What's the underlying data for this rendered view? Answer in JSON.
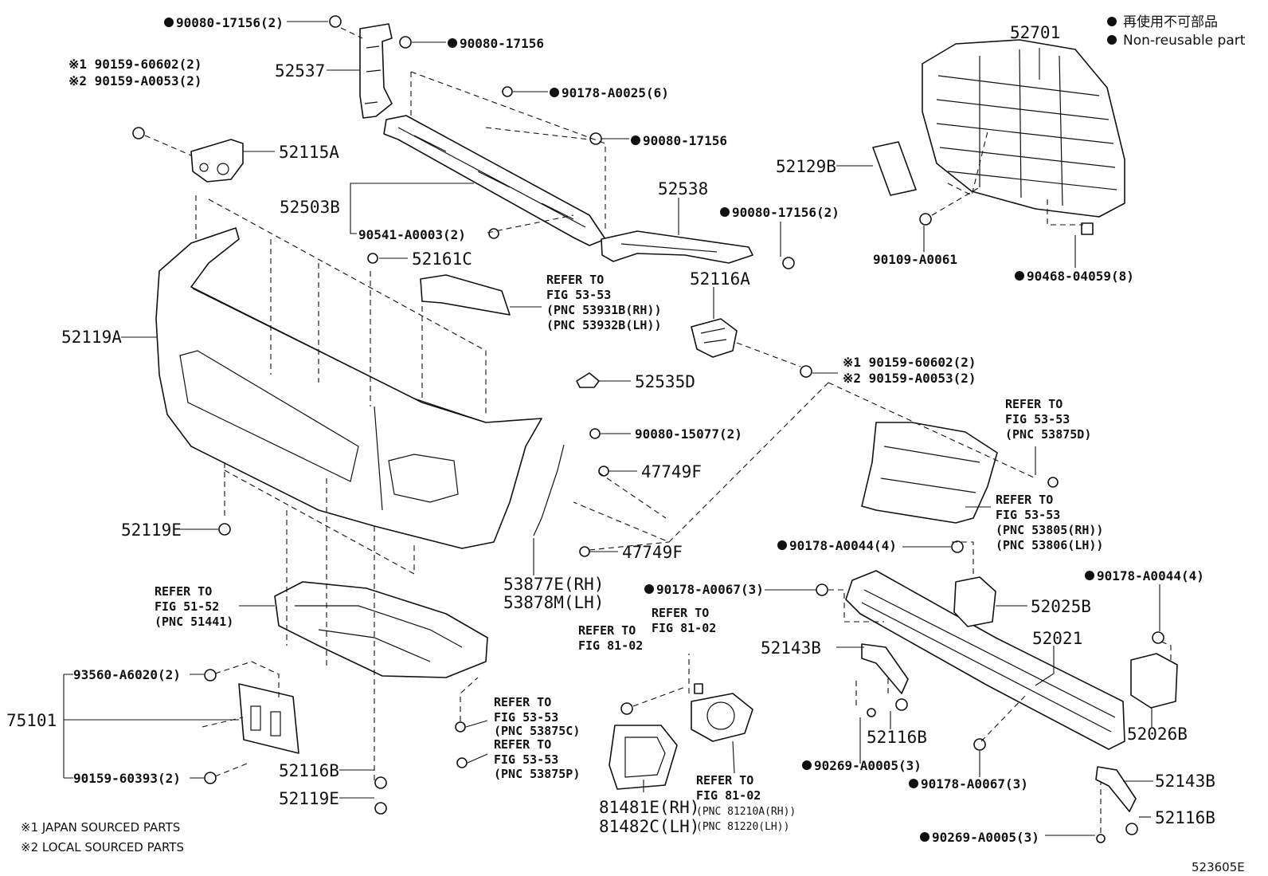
{
  "legend": {
    "jp": "再使用不可部品",
    "en": "Non-reusable part"
  },
  "labels": {
    "l01": "90080-17156(2)",
    "l02": "90080-17156",
    "l03": "90178-A0025(6)",
    "l04": "90080-17156",
    "l05": "※1 90159-60602(2)",
    "l06": "※2 90159-A0053(2)",
    "l07": "52537",
    "l08": "52115A",
    "l09": "52503B",
    "l10": "90541-A0003(2)",
    "l11": "52161C",
    "l12": "52538",
    "l13": "90080-17156(2)",
    "l14": "52116A",
    "l15": "52119A",
    "l16": "※1 90159-60602(2)",
    "l17": "※2 90159-A0053(2)",
    "l18": "52535D",
    "l19": "90080-15077(2)",
    "l20": "47749F",
    "l21": "47749F",
    "l22": "52119E",
    "l23": "53877E(RH)",
    "l24": "53878M(LH)",
    "l25": "90178-A0044(4)",
    "l26": "90178-A0067(3)",
    "l27": "52025B",
    "l28": "90178-A0044(4)",
    "l29": "52143B",
    "l30": "52021",
    "l31": "52116B",
    "l32": "52026B",
    "l33": "90269-A0005(3)",
    "l34": "90178-A0067(3)",
    "l35": "52143B",
    "l36": "52116B",
    "l37": "90269-A0005(3)",
    "l38": "93560-A6020(2)",
    "l39": "75101",
    "l40": "90159-60393(2)",
    "l41": "52116B",
    "l42": "52119E",
    "l43": "81481E(RH)",
    "l44": "81482C(LH)",
    "l45": "52701",
    "l46": "52129B",
    "l47": "90109-A0061",
    "l48": "90468-04059(8)"
  },
  "refs": {
    "r1": [
      "REFER TO",
      "FIG 53-53",
      "(PNC 53931B(RH))",
      "(PNC 53932B(LH))"
    ],
    "r2": [
      "REFER TO",
      "FIG 53-53",
      "(PNC 53875D)"
    ],
    "r3": [
      "REFER TO",
      "FIG 53-53",
      "(PNC 53805(RH))",
      "(PNC 53806(LH))"
    ],
    "r4": [
      "REFER TO",
      "FIG 51-52",
      "(PNC 51441)"
    ],
    "r5": [
      "REFER TO",
      "FIG 81-02"
    ],
    "r6": [
      "REFER TO",
      "FIG 81-02"
    ],
    "r7": [
      "REFER TO",
      "FIG 53-53",
      "(PNC 53875C)"
    ],
    "r8": [
      "REFER TO",
      "FIG 53-53",
      "(PNC 53875P)"
    ],
    "r9": [
      "REFER TO",
      "FIG 81-02",
      "(PNC 81210A(RH))",
      "(PNC 81220(LH))"
    ]
  },
  "footnotes": {
    "f1": "※1 JAPAN SOURCED PARTS",
    "f2": "※2 LOCAL SOURCED PARTS"
  },
  "figure_id": "523605E"
}
